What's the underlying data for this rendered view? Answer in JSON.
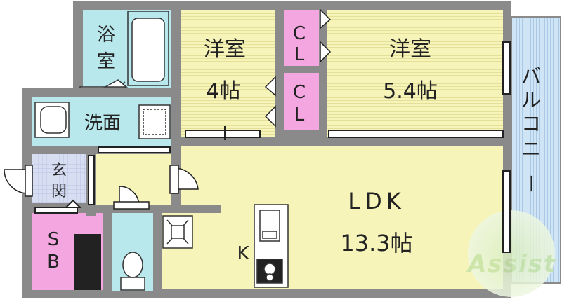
{
  "rooms": {
    "bath": {
      "label_1": "浴",
      "label_2": "室"
    },
    "western_4": {
      "label": "洋室",
      "size": "4帖"
    },
    "western_54": {
      "label": "洋室",
      "size": "5.4帖"
    },
    "closet_1": {
      "label_1": "C",
      "label_2": "L"
    },
    "closet_2": {
      "label_1": "C",
      "label_2": "L"
    },
    "washroom": {
      "label": "洗面"
    },
    "entrance": {
      "label_1": "玄",
      "label_2": "関"
    },
    "shoe_box": {
      "label_1": "S",
      "label_2": "B"
    },
    "ldk": {
      "label": "LDK",
      "size": "13.3帖"
    },
    "kitchen": {
      "label": "K"
    },
    "balcony": {
      "label_1": "バ",
      "label_2": "ル",
      "label_3": "コ",
      "label_4": "ニ",
      "label_5": "ー"
    }
  },
  "watermark": "Assist",
  "colors": {
    "wall": "#8a8a8a",
    "bath_fill": "#b8e8ec",
    "room_fill": "#f6f4b9",
    "closet_fill": "#f4a6e0",
    "sb_fill": "#f4a6e0",
    "entrance_fill": "#cfd8f0",
    "balcony_fill": "#cfe4f5",
    "line_color": "#333333"
  }
}
